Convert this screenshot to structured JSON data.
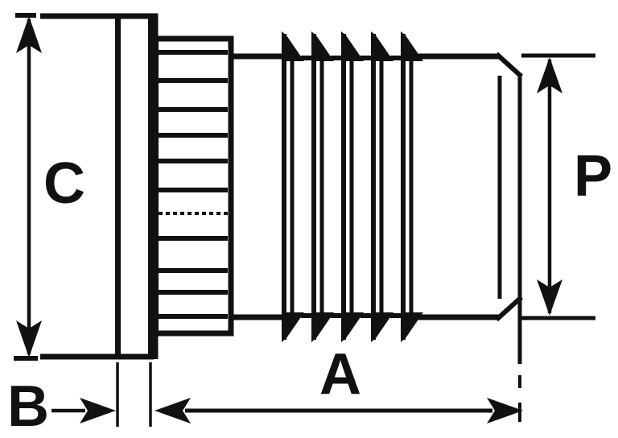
{
  "colors": {
    "line": "#111111",
    "background": "#ffffff"
  },
  "dimensions": {
    "C": {
      "label": "C"
    },
    "B": {
      "label": "B"
    },
    "A": {
      "label": "A"
    },
    "P": {
      "label": "P"
    }
  }
}
